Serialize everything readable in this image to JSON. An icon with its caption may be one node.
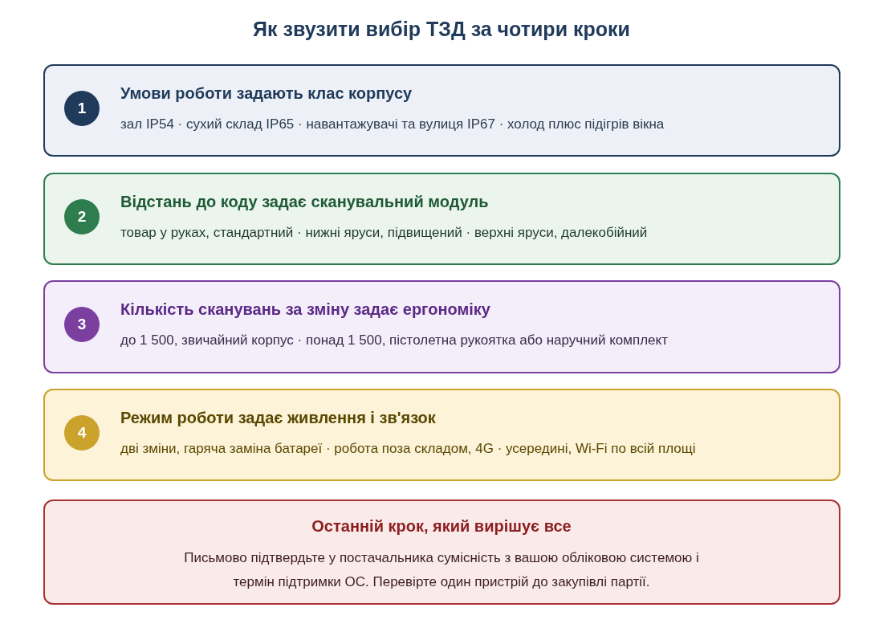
{
  "diagram": {
    "title": "Як звузити вибір ТЗД за чотири кроки",
    "nodes": [
      {
        "text": [
          "Умови роботи задають клас корпусу",
          "зал IP54 · сухий склад IP65 · навантажувачі та вулиця IP67 · холод плюс підігрів вікна"
        ]
      },
      {
        "text": [
          "1"
        ],
        "in": 0
      },
      {
        "text": [
          "Відстань до коду задає сканувальний модуль",
          "товар у руках, стандартний · нижні яруси, підвищений · верхні яруси, далекобійний"
        ]
      },
      {
        "text": [
          "2"
        ],
        "in": 2
      },
      {
        "text": [
          "Кількість сканувань за зміну задає ергономіку",
          "до 1 500, звичайний корпус · понад 1 500, пістолетна рукоятка або наручний комплект"
        ]
      },
      {
        "text": [
          "3"
        ],
        "in": 4
      },
      {
        "text": [
          "Режим роботи задає живлення і зв'язок",
          "дві зміни, гаряча заміна батареї · робота поза складом, 4G · усередині, Wi-Fi по всій площі"
        ]
      },
      {
        "text": [
          "4"
        ],
        "in": 6
      },
      {
        "text": [
          "Останній крок, який вирішує все",
          "Письмово підтвердьте у постачальника сумісність з вашою обліковою системою і термін підтримки ОС. Перевірте один пристрій до закупівлі партії."
        ]
      }
    ]
  }
}
